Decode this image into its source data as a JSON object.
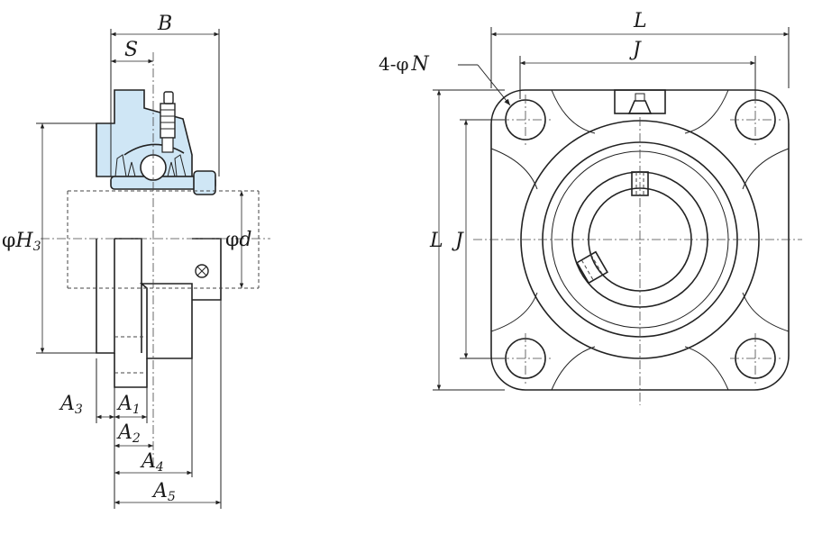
{
  "labels": {
    "B": "B",
    "S": "S",
    "H3_prefix": "φ",
    "H3_main": "H",
    "H3_sub": "3",
    "d_prefix": "φ",
    "d_main": "d",
    "A1_main": "A",
    "A1_sub": "1",
    "A2_main": "A",
    "A2_sub": "2",
    "A3_main": "A",
    "A3_sub": "3",
    "A4_main": "A",
    "A4_sub": "4",
    "A5_main": "A",
    "A5_sub": "5",
    "L_top": "L",
    "J_top": "J",
    "N_prefix": "4-φ",
    "N_main": "N",
    "L_side": "L",
    "J_side": "J"
  },
  "colors": {
    "housing_fill": "#cfe6f5",
    "line": "#222222"
  }
}
